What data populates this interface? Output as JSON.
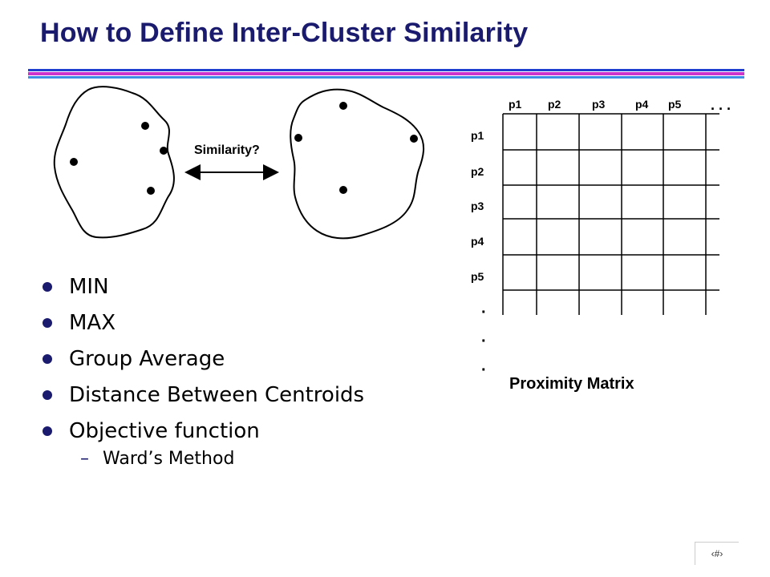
{
  "slide": {
    "title": "How to Define Inter-Cluster Similarity",
    "bullets": [
      "MIN",
      "MAX",
      "Group Average",
      "Distance Between Centroids",
      "Objective function"
    ],
    "sub_bullet": "Ward’s Method",
    "page_number": "‹#›"
  },
  "diagram": {
    "similarity_label": "Similarity?",
    "matrix": {
      "col_headers": [
        "p1",
        "p2",
        "p3",
        "p4",
        "p5"
      ],
      "row_headers": [
        "p1",
        "p2",
        "p3",
        "p4",
        "p5"
      ],
      "col_ellipsis": ". . .",
      "row_ellipsis": [
        "·",
        "·",
        "·"
      ],
      "caption": "Proximity Matrix"
    }
  }
}
